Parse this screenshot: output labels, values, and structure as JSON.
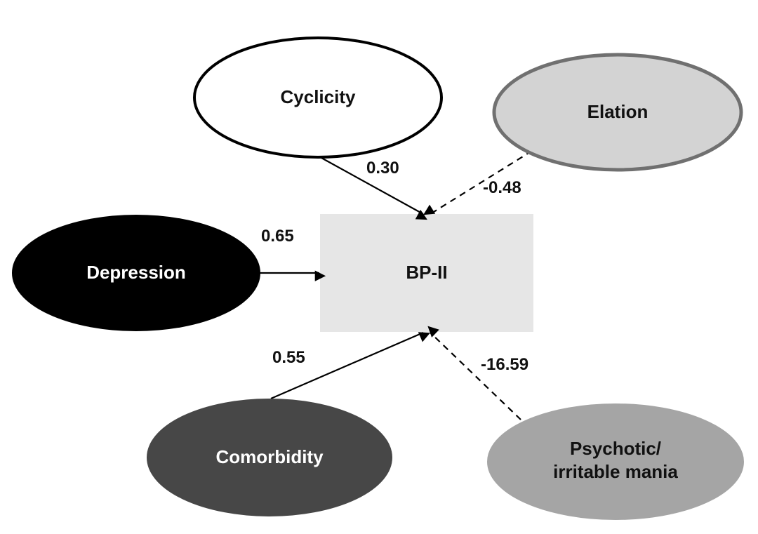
{
  "nodes": {
    "cyclicity": {
      "label": "Cyclicity",
      "fill": "#ffffff",
      "stroke": "#000000",
      "text_color": "#111111"
    },
    "elation": {
      "label": "Elation",
      "fill": "#d3d3d3",
      "stroke": "#707070",
      "text_color": "#111111"
    },
    "depression": {
      "label": "Depression",
      "fill": "#000000",
      "stroke": "#000000",
      "text_color": "#ffffff"
    },
    "comorbidity": {
      "label": "Comorbidity",
      "fill": "#474747",
      "stroke": "#474747",
      "text_color": "#ffffff"
    },
    "mania": {
      "label_line1": "Psychotic/",
      "label_line2": "irritable mania",
      "fill": "#a5a5a5",
      "stroke": "#a5a5a5",
      "text_color": "#111111"
    },
    "outcome": {
      "label": "BP-II",
      "fill": "#e6e6e6",
      "text_color": "#111111"
    }
  },
  "paths": {
    "cyclicity": {
      "coefficient": "0.30",
      "style": "solid"
    },
    "elation": {
      "coefficient": "-0.48",
      "style": "dashed"
    },
    "depression": {
      "coefficient": "0.65",
      "style": "solid"
    },
    "comorbidity": {
      "coefficient": "0.55",
      "style": "solid"
    },
    "mania": {
      "coefficient": "-16.59",
      "style": "dashed"
    }
  }
}
